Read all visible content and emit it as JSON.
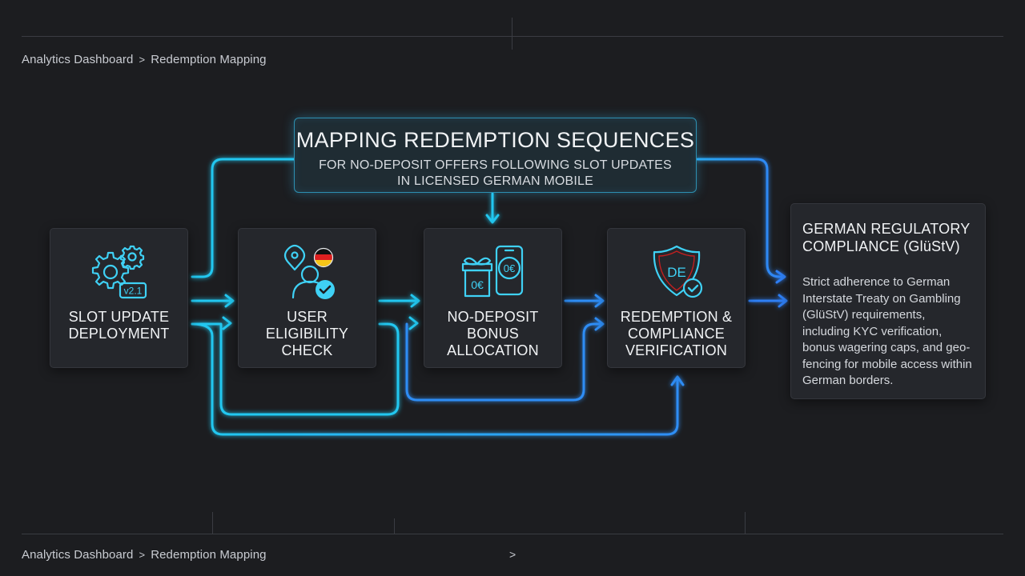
{
  "breadcrumb_top": {
    "item1": "Analytics Dashboard",
    "separator": ">",
    "item2": "Redemption Mapping"
  },
  "breadcrumb_bottom": {
    "item1": "Analytics Dashboard",
    "separator": ">",
    "item2": "Redemption Mapping"
  },
  "bottom_chevron": ">",
  "title": {
    "main": "MAPPING REDEMPTION SEQUENCES",
    "sub_line1": "FOR NO-DEPOSIT OFFERS FOLLOWING SLOT UPDATES",
    "sub_line2": "IN LICENSED GERMAN MOBILE"
  },
  "steps": [
    {
      "label_lines": [
        "SLOT UPDATE",
        "DEPLOYMENT"
      ],
      "icon": "gears-icon",
      "badge": "v2.1"
    },
    {
      "label_lines": [
        "USER",
        "ELIGIBILITY",
        "CHECK"
      ],
      "icon": "user-check-icon"
    },
    {
      "label_lines": [
        "NO-DEPOSIT",
        "BONUS",
        "ALLOCATION"
      ],
      "icon": "gift-phone-icon",
      "gift_text": "0€",
      "phone_text": "0€"
    },
    {
      "label_lines": [
        "REDEMPTION &",
        "COMPLIANCE",
        "VERIFICATION"
      ],
      "icon": "shield-check-icon",
      "shield_text": "DE"
    }
  ],
  "compliance": {
    "title": "GERMAN REGULATORY COMPLIANCE (GlüStV)",
    "body": "Strict adherence to German Interstate Treaty on Gambling (GlüStV) requirements, including KYC verification, bonus wagering caps, and geo-fencing for mobile access within German borders."
  },
  "colors": {
    "background": "#1c1d20",
    "card": "#25272c",
    "wire_cyan": "#22c7f0",
    "wire_blue": "#2f8df5",
    "flag_black": "#111111",
    "flag_red": "#dd1f1f",
    "flag_gold": "#f5c518"
  }
}
